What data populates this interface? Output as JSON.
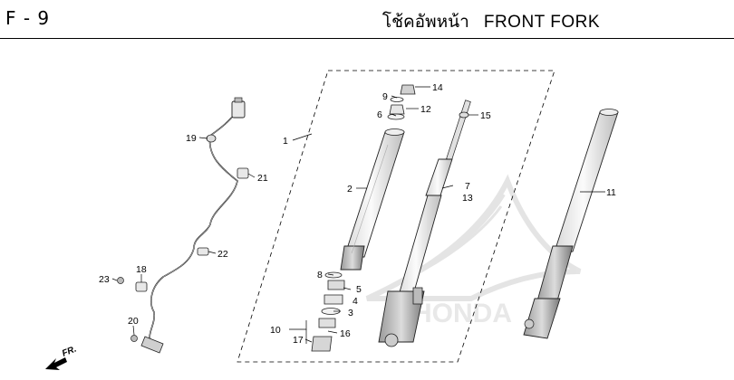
{
  "header": {
    "page_code": "F - 9",
    "title_thai": "โช้คอัพหน้า",
    "title_en": "FRONT FORK"
  },
  "direction_label": "FR.",
  "watermark_text": "HONDA",
  "callouts": [
    "1",
    "2",
    "3",
    "4",
    "5",
    "6",
    "7",
    "8",
    "9",
    "10",
    "11",
    "12",
    "13",
    "14",
    "15",
    "16",
    "17",
    "18",
    "19",
    "20",
    "21",
    "22",
    "23"
  ],
  "colors": {
    "line": "#000000",
    "part_fill": "#f2f2f2",
    "watermark": "#e6e6e6"
  }
}
